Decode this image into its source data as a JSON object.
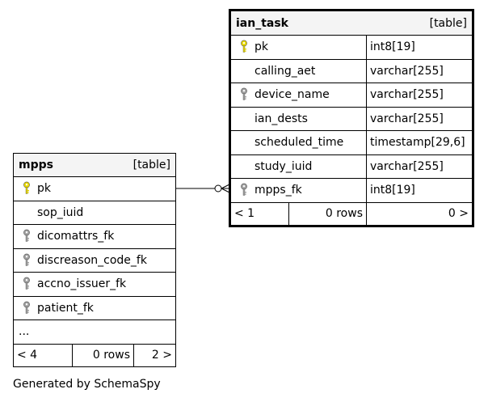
{
  "mpps": {
    "name": "mpps",
    "kind": "[table]",
    "rows": [
      {
        "name": "pk",
        "key": "primary"
      },
      {
        "name": "sop_iuid",
        "key": "none"
      },
      {
        "name": "dicomattrs_fk",
        "key": "foreign"
      },
      {
        "name": "discreason_code_fk",
        "key": "foreign"
      },
      {
        "name": "accno_issuer_fk",
        "key": "foreign"
      },
      {
        "name": "patient_fk",
        "key": "foreign"
      },
      {
        "name": "...",
        "key": "none"
      }
    ],
    "footer": {
      "parents": "< 4",
      "rows": "0 rows",
      "children": "2 >"
    }
  },
  "ian_task": {
    "name": "ian_task",
    "kind": "[table]",
    "rows": [
      {
        "name": "pk",
        "type": "int8[19]",
        "key": "primary"
      },
      {
        "name": "calling_aet",
        "type": "varchar[255]",
        "key": "none"
      },
      {
        "name": "device_name",
        "type": "varchar[255]",
        "key": "foreign"
      },
      {
        "name": "ian_dests",
        "type": "varchar[255]",
        "key": "none"
      },
      {
        "name": "scheduled_time",
        "type": "timestamp[29,6]",
        "key": "none"
      },
      {
        "name": "study_iuid",
        "type": "varchar[255]",
        "key": "none"
      },
      {
        "name": "mpps_fk",
        "type": "int8[19]",
        "key": "foreign"
      }
    ],
    "footer": {
      "parents": "< 1",
      "rows": "0 rows",
      "children": "0 >"
    }
  },
  "colors": {
    "primary_key_icon": "#e8d800",
    "foreign_key_icon": "#a0a0a0",
    "header_bg": "#f4f4f4"
  },
  "footer_text": "Generated by SchemaSpy"
}
